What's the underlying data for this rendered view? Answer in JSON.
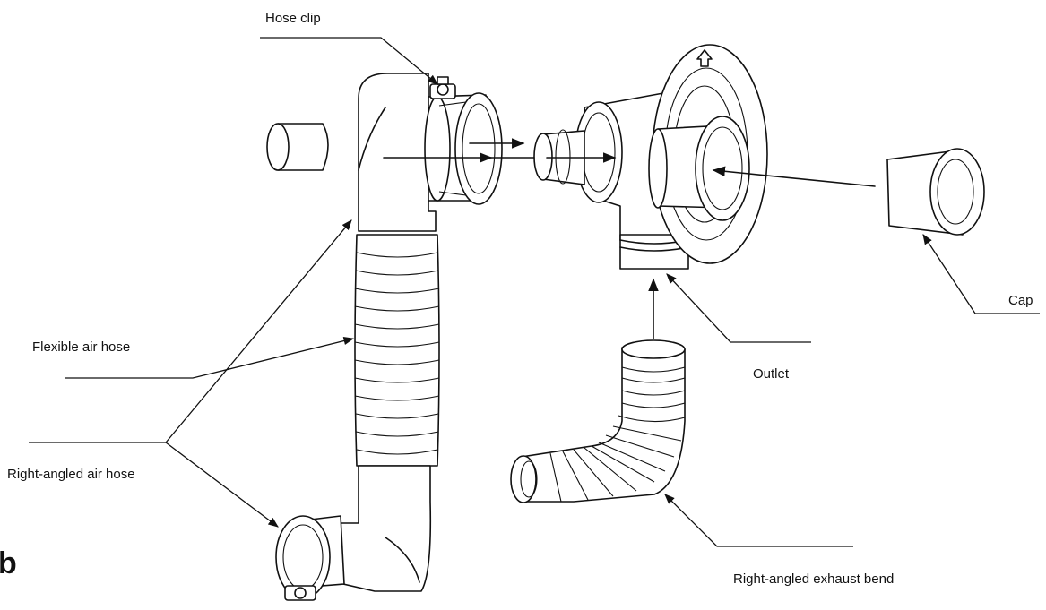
{
  "labels": {
    "hose_clip": "Hose clip",
    "cap": "Cap",
    "flexible_air_hose": "Flexible air hose",
    "outlet": "Outlet",
    "right_angled_air_hose": "Right-angled air hose",
    "right_angled_exhaust_bend": "Right-angled exhaust bend",
    "corner_mark": "b"
  },
  "colors": {
    "ink": "#111111",
    "background": "#ffffff"
  }
}
